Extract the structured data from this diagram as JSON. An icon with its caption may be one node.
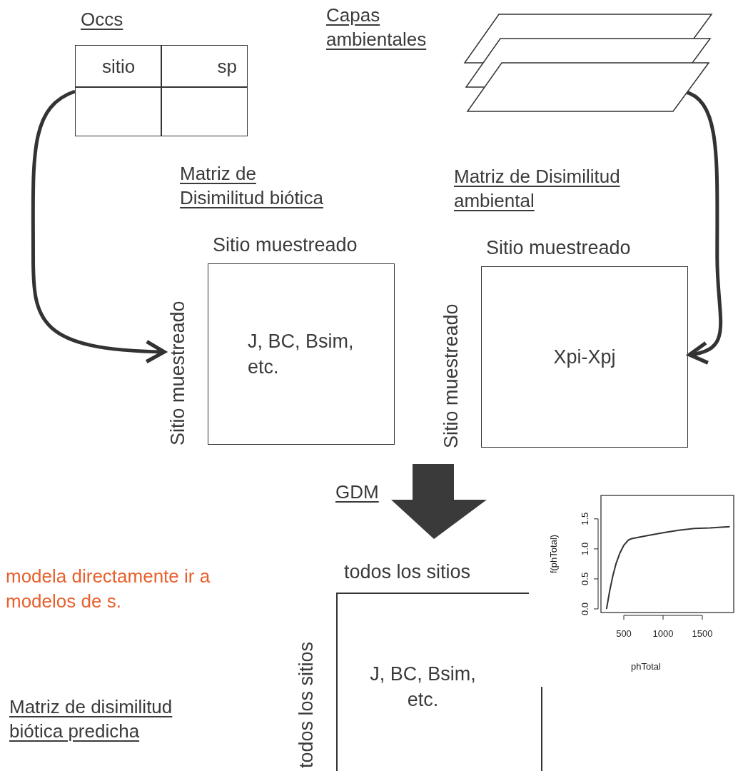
{
  "diagram": {
    "nodes": [
      {
        "text": [
          "Occs",
          "sitio",
          "sp"
        ]
      },
      {
        "text": [
          "Capas ambientales"
        ]
      },
      {
        "text": [
          "Matriz de Disimilitud biótica",
          "Sitio muestreado",
          "Sitio muestreado",
          "J, BC, Bsim, etc."
        ]
      },
      {
        "text": [
          "Matriz de Disimilitud ambiental",
          "Sitio muestreado",
          "Sitio muestreado",
          "Xpi-Xpj"
        ]
      },
      {
        "text": [
          "todos los sitios",
          "todos los sitios",
          "J, BC, Bsim, etc."
        ]
      }
    ],
    "edges": [
      {
        "from": 0,
        "to": 2,
        "arrow": "to"
      },
      {
        "from": 1,
        "to": 3,
        "arrow": "to"
      },
      {
        "from": 2,
        "to": 4,
        "arrow": "to",
        "label": "GDM",
        "style": "thick"
      },
      {
        "from": 3,
        "to": 4,
        "arrow": "to",
        "style": "thick"
      }
    ],
    "labels": [
      "modela directamente ir a modelos de s.",
      "Matriz de disimilitud biótica predicha"
    ],
    "chart_data": {
      "type": "line",
      "xlabel": "phTotal",
      "ylabel": "f(phTotal)",
      "x": [
        280,
        320,
        360,
        400,
        450,
        500,
        560,
        600,
        800,
        1000,
        1200,
        1400,
        1600,
        1850
      ],
      "series": [
        {
          "color": "#333333",
          "values": [
            0,
            0.3,
            0.55,
            0.75,
            0.93,
            1.06,
            1.15,
            1.17,
            1.22,
            1.27,
            1.31,
            1.34,
            1.35,
            1.37
          ]
        }
      ],
      "xlim": [
        209,
        1900
      ],
      "ylim": [
        -0.06,
        1.89
      ],
      "xticks": [
        500,
        1000,
        1500
      ],
      "yticks": [
        {
          "value": 0,
          "label": "0.0"
        },
        0.5,
        {
          "value": 1,
          "label": "1.0"
        },
        1.5
      ]
    }
  }
}
